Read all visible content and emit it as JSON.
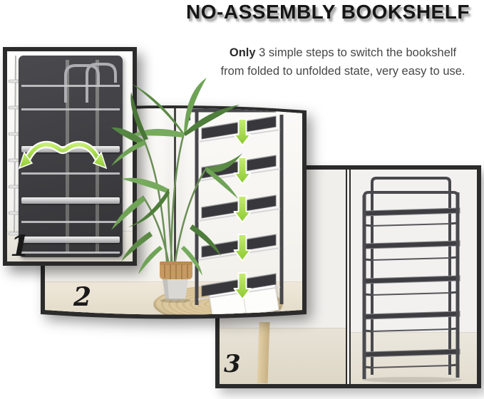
{
  "header": {
    "title": "NO-ASSEMBLY BOOKSHELF",
    "subtitle_bold": "Only",
    "subtitle_line1_rest": " 3 simple steps to switch the bookshelf",
    "subtitle_line2": "from folded to unfolded state, very easy to use."
  },
  "steps": [
    {
      "number": "1",
      "icon": "unfold-curved-double-arrow-icon"
    },
    {
      "number": "2",
      "icon": "collapse-down-arrow-icon",
      "arrow_count": 5
    },
    {
      "number": "3",
      "icon": "none"
    }
  ],
  "colors": {
    "accent_green": "#9ed643",
    "panel_border": "#2b2b2b",
    "shelf_dark": "#3e3e42",
    "rail_silver": "#d7d7da",
    "title_shadow": "#b3b3b3",
    "background": "#ffffff"
  }
}
